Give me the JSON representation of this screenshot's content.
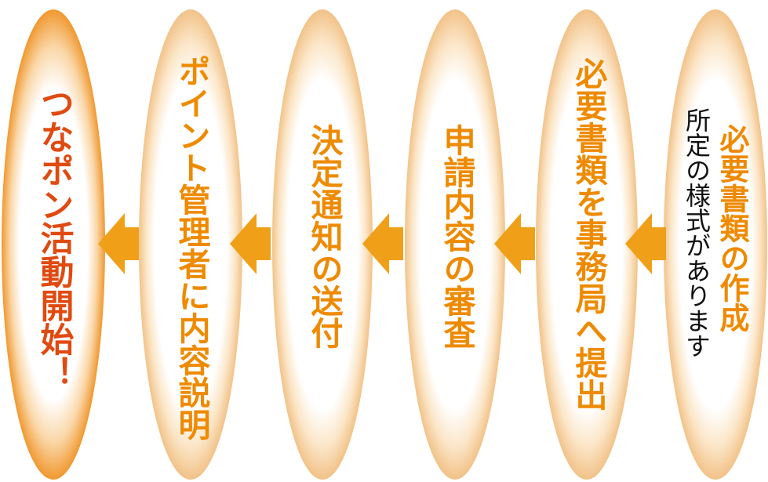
{
  "colors": {
    "title_orange": "#ee8a00",
    "final_red": "#e04a10",
    "sub_text": "#111111",
    "arrow": "#f0a018",
    "ellipse_rim": "#f2c288",
    "ellipse_rim_final": "#f09830"
  },
  "flow": {
    "direction": "right-to-left",
    "steps": [
      {
        "title": "必要書類の作成",
        "subtitle": "所定の様式があります"
      },
      {
        "title": "必要書類を事務局へ提出"
      },
      {
        "title": "申請内容の審査"
      },
      {
        "title": "決定通知の送付"
      },
      {
        "title": "ポイント管理者に内容説明"
      },
      {
        "title": "つなポン活動開始！"
      }
    ]
  }
}
